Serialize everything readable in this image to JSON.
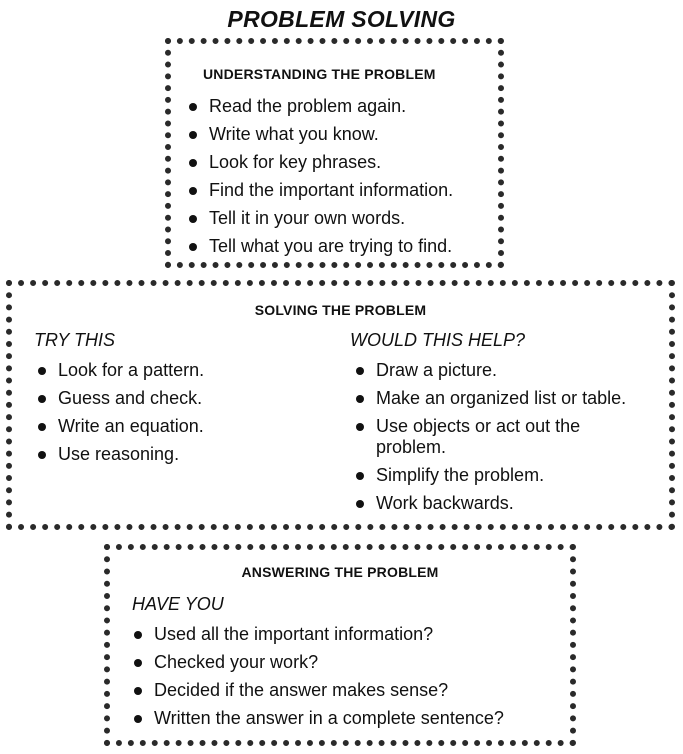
{
  "title": "PROBLEM SOLVING",
  "understanding": {
    "heading": "UNDERSTANDING THE PROBLEM",
    "items": [
      "Read the problem again.",
      "Write what you know.",
      "Look for key phrases.",
      "Find the important information.",
      "Tell it in your own words.",
      "Tell what you are trying to find."
    ]
  },
  "solving": {
    "heading": "SOLVING THE PROBLEM",
    "try_this": {
      "label": "TRY THIS",
      "items": [
        "Look for a pattern.",
        "Guess and check.",
        "Write an equation.",
        "Use reasoning."
      ]
    },
    "would_this_help": {
      "label": "WOULD THIS HELP?",
      "items": [
        "Draw a picture.",
        "Make an organized list or table.",
        "Use objects or act out the problem.",
        "Simplify the problem.",
        "Work backwards."
      ]
    }
  },
  "answering": {
    "heading": "ANSWERING THE PROBLEM",
    "have_you": {
      "label": "HAVE YOU",
      "items": [
        "Used all the important information?",
        "Checked your work?",
        "Decided if the answer makes sense?",
        "Written the answer in a complete sentence?"
      ]
    }
  },
  "colors": {
    "text": "#111111",
    "border": "#2a2a2a",
    "background": "#ffffff"
  }
}
